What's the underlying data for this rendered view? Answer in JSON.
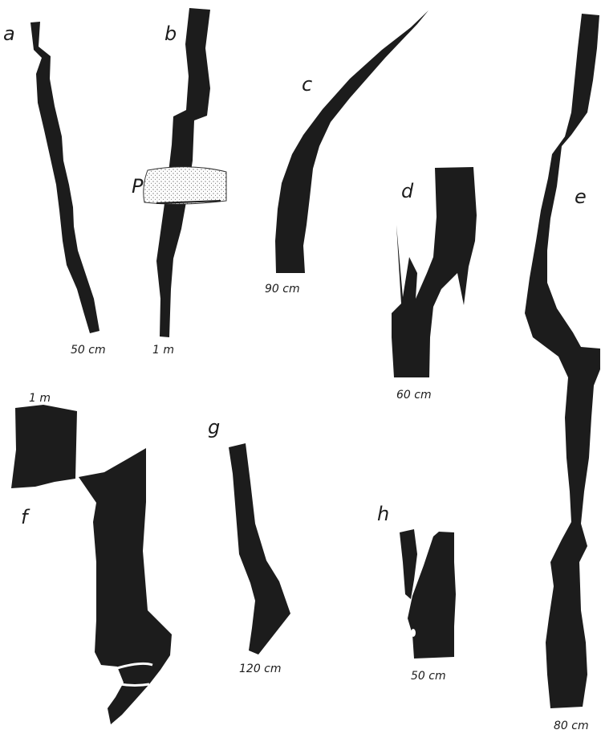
{
  "figure": {
    "panels": [
      {
        "id": "a",
        "letter": "a",
        "scale": "50 cm"
      },
      {
        "id": "b",
        "letter": "b",
        "scale": "1 m",
        "marker": "P"
      },
      {
        "id": "c",
        "letter": "c",
        "scale": "90 cm"
      },
      {
        "id": "d",
        "letter": "d",
        "scale": "60 cm"
      },
      {
        "id": "e",
        "letter": "e",
        "scale": "80 cm"
      },
      {
        "id": "f",
        "letter": "f",
        "scale": "1 m"
      },
      {
        "id": "g",
        "letter": "g",
        "scale": "120 cm"
      },
      {
        "id": "h",
        "letter": "h",
        "scale": "50 cm"
      }
    ],
    "colors": {
      "ink": "#1c1c1c",
      "paper": "#ffffff"
    }
  }
}
